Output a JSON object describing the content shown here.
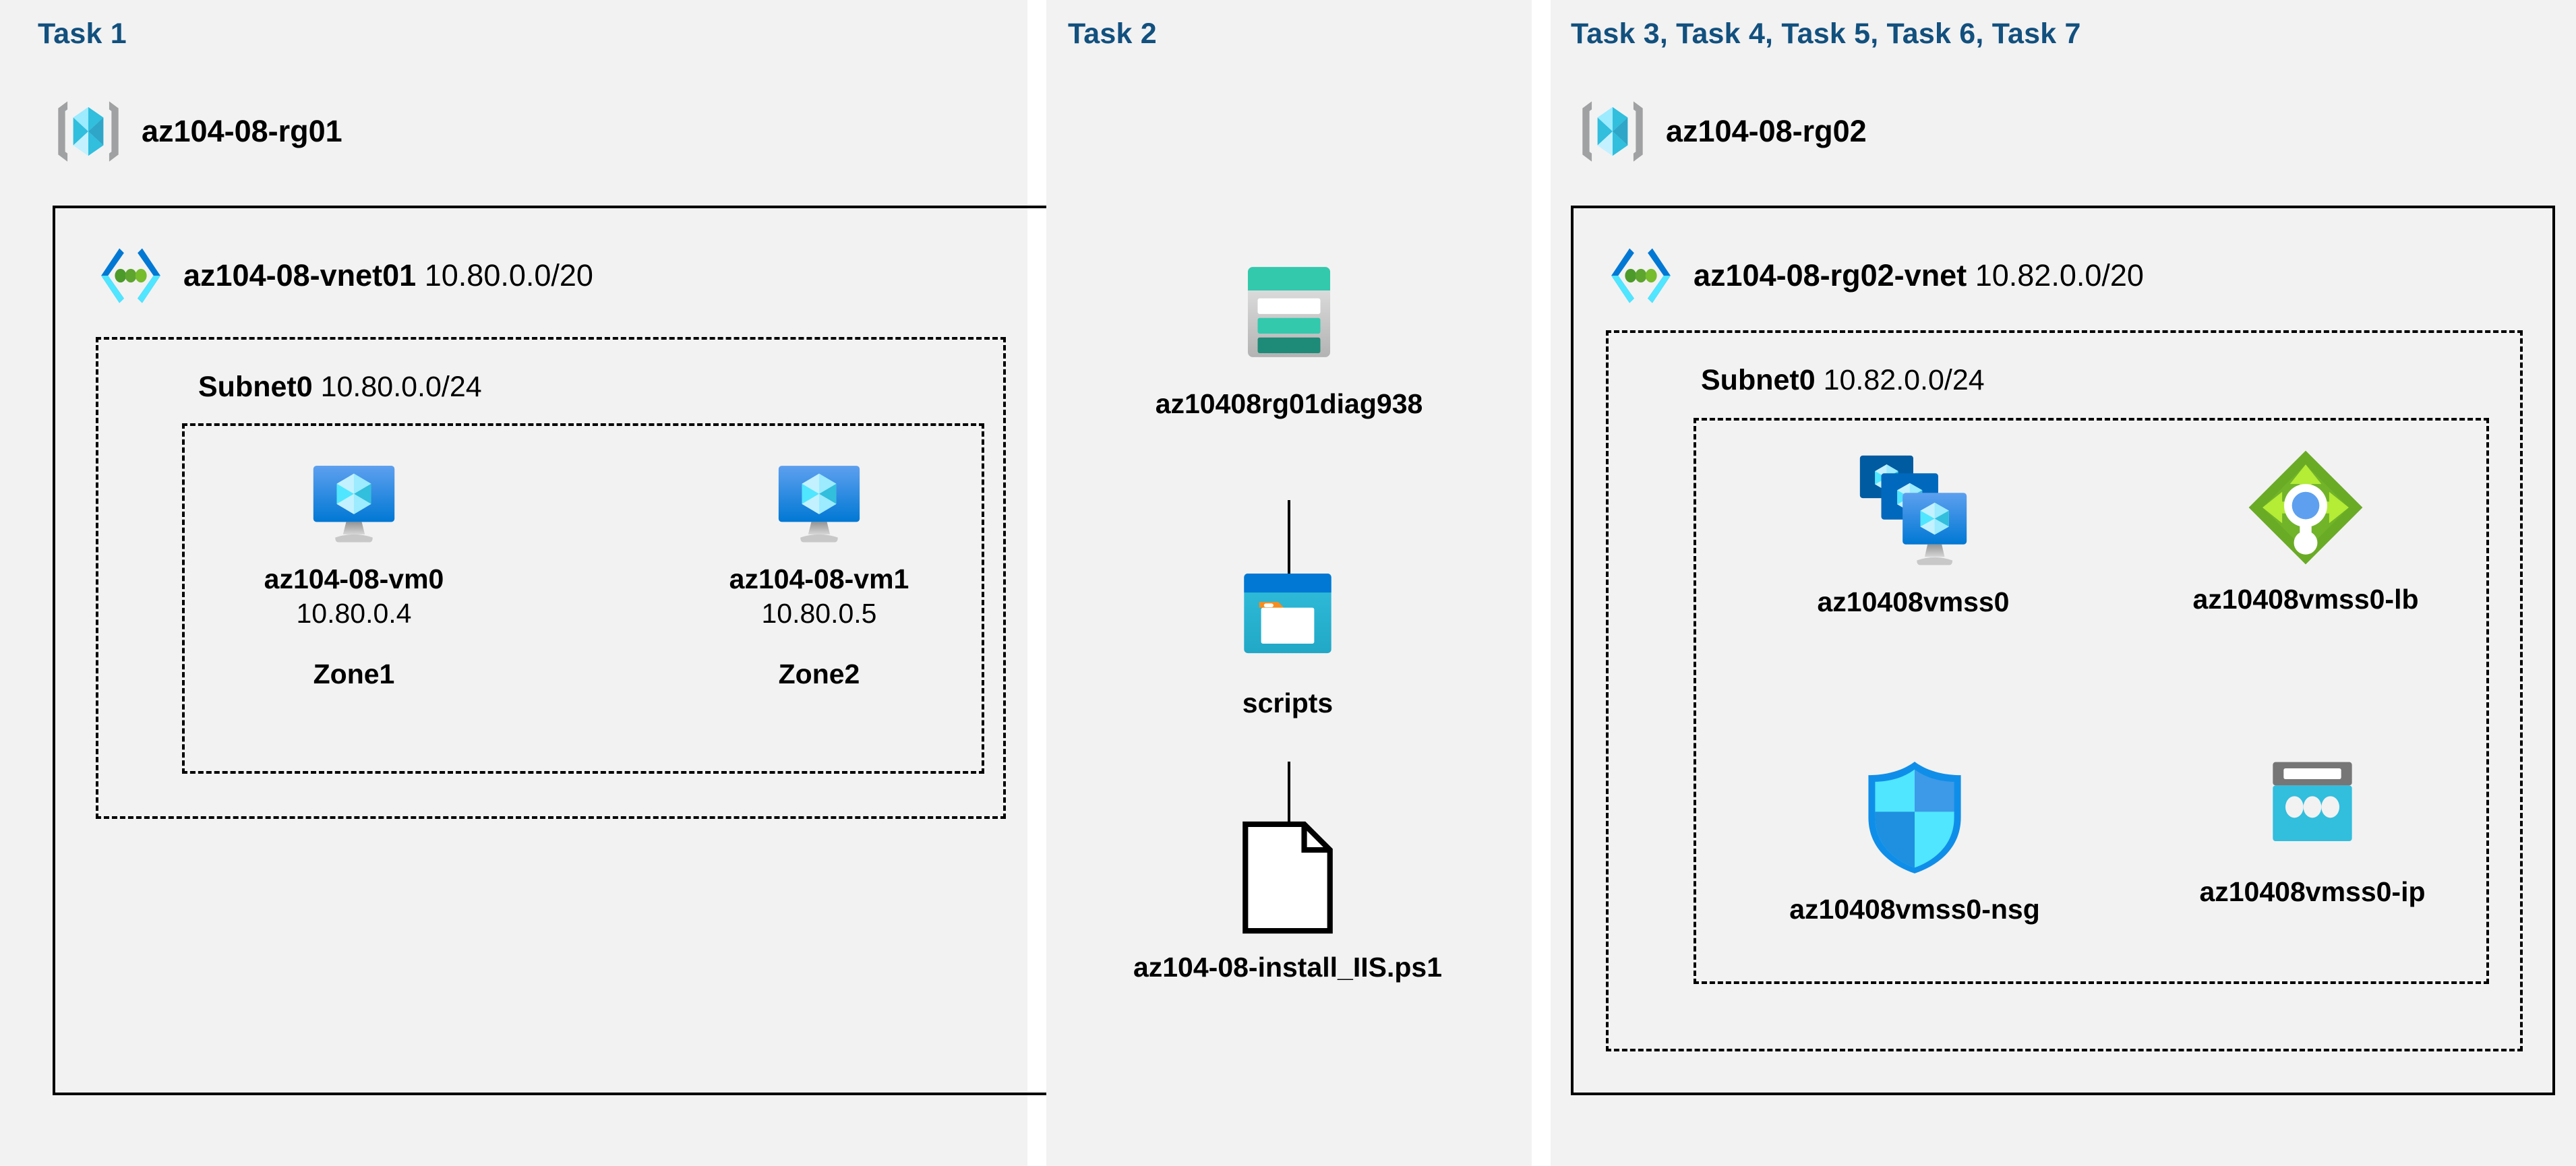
{
  "columns": [
    {
      "id": "task1",
      "title": "Task 1",
      "resource_group": {
        "name": "az104-08-rg01",
        "icon": "resource-group-icon"
      },
      "vnet": {
        "name": "az104-08-vnet01",
        "cidr": "10.80.0.0/20",
        "icon": "virtual-network-icon"
      },
      "subnet": {
        "name": "Subnet0",
        "cidr": "10.80.0.0/24"
      },
      "vms": [
        {
          "name": "az104-08-vm0",
          "ip": "10.80.0.4",
          "zone": "Zone1",
          "icon": "virtual-machine-icon"
        },
        {
          "name": "az104-08-vm1",
          "ip": "10.80.0.5",
          "zone": "Zone2",
          "icon": "virtual-machine-icon"
        }
      ]
    },
    {
      "id": "task2",
      "title": "Task 2",
      "chain": [
        {
          "name": "az10408rg01diag938",
          "icon": "storage-account-icon"
        },
        {
          "name": "scripts",
          "icon": "blob-container-icon"
        },
        {
          "name": "az104-08-install_IIS.ps1",
          "icon": "file-icon"
        }
      ]
    },
    {
      "id": "task37",
      "title": "Task 3, Task 4, Task 5, Task 6, Task 7",
      "resource_group": {
        "name": "az104-08-rg02",
        "icon": "resource-group-icon"
      },
      "vnet": {
        "name": "az104-08-rg02-vnet",
        "cidr": "10.82.0.0/20",
        "icon": "virtual-network-icon"
      },
      "subnet": {
        "name": "Subnet0",
        "cidr": "10.82.0.0/24"
      },
      "resources": [
        {
          "name": "az10408vmss0",
          "icon": "vm-scale-set-icon"
        },
        {
          "name": "az10408vmss0-lb",
          "icon": "load-balancer-icon"
        },
        {
          "name": "az10408vmss0-nsg",
          "icon": "network-security-group-icon"
        },
        {
          "name": "az10408vmss0-ip",
          "icon": "public-ip-address-icon"
        }
      ]
    }
  ],
  "colors": {
    "panel_background": "#f2f2f2",
    "page_background": "#ffffff",
    "title": "#12507e",
    "border": "#000000",
    "azure_blue": "#0078d4",
    "azure_cyan": "#32bedd",
    "storage_teal": "#32c9ad",
    "lb_green": "#70ad21",
    "grey": "#a0a1a2"
  }
}
